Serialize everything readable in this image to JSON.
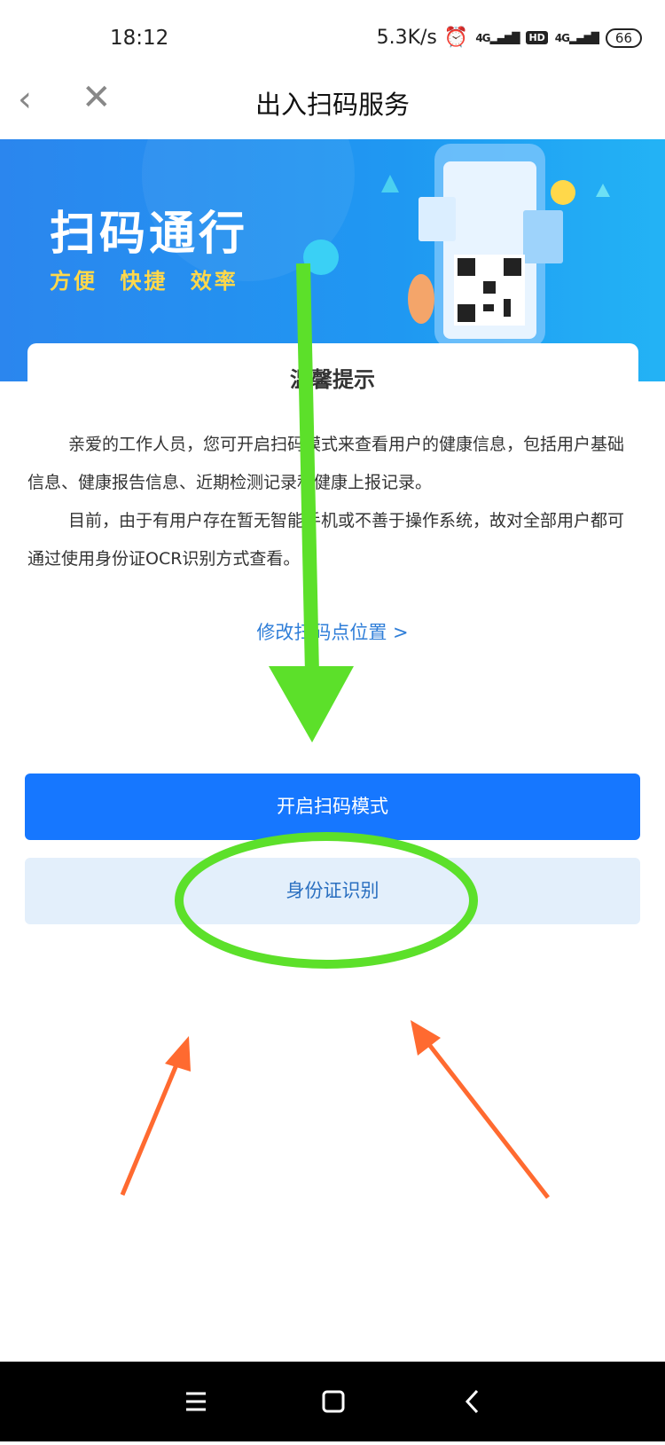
{
  "status_bar": {
    "time": "18:12",
    "net_speed": "5.3K/s",
    "sim1": "4G",
    "hd": "HD",
    "sim2": "4G",
    "battery": "66"
  },
  "navbar": {
    "title": "出入扫码服务",
    "back_icon": "chevron-left-icon",
    "close_icon": "close-icon"
  },
  "banner": {
    "title": "扫码通行",
    "subtitle": "方便 快捷 效率"
  },
  "notice": {
    "title": "温馨提示",
    "paragraphs": [
      "亲爱的工作人员，您可开启扫码模式来查看用户的健康信息，包括用户基础信息、健康报告信息、近期检测记录和健康上报记录。",
      "目前，由于有用户存在暂无智能手机或不善于操作系统，故对全部用户都可通过使用身份证OCR识别方式查看。"
    ],
    "link": "修改扫码点位置 >"
  },
  "buttons": {
    "scan_mode": "开启扫码模式",
    "id_card": "身份证识别"
  },
  "colors": {
    "primary": "#1677ff",
    "secondary_bg": "#e3effb",
    "annotation_green": "#5ce02a",
    "annotation_orange": "#ff6a30"
  }
}
